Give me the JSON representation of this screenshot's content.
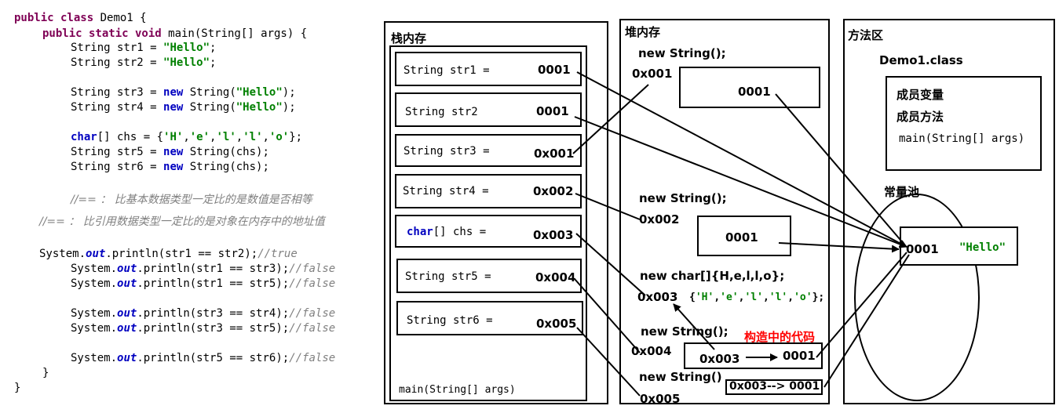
{
  "code": {
    "l1_kw": "public class",
    "l1_rest": " Demo1 {",
    "l2_kw": "public static void",
    "l2_rest": " main(String[] args) {",
    "l3_a": "String str1 = ",
    "l3_s": "\"Hello\"",
    "l3_b": ";",
    "l4_a": "String str2 = ",
    "l4_s": "\"Hello\"",
    "l4_b": ";",
    "l5_a": "String str3 = ",
    "l5_new": "new",
    "l5_b": " String(",
    "l5_s": "\"Hello\"",
    "l5_c": ");",
    "l6_a": "String str4 = ",
    "l6_new": "new",
    "l6_b": " String(",
    "l6_s": "\"Hello\"",
    "l6_c": ");",
    "l7_kw": "char",
    "l7_a": "[] chs = {",
    "l7_h": "'H'",
    "l7_e": "'e'",
    "l7_l1": "'l'",
    "l7_l2": "'l'",
    "l7_o": "'o'",
    "l7_end": "};",
    "comma": ",",
    "l8_a": "String str5 = ",
    "l8_new": "new",
    "l8_b": " String(chs);",
    "l9_a": "String str6 = ",
    "l9_new": "new",
    "l9_b": " String(chs);",
    "c1": "//== ： 比基本数据类型一定比的是数值是否相等",
    "c2": "//== ： 比引用数据类型一定比的是对象在内存中的地址值",
    "p1_a": "System.",
    "p1_out": "out",
    "p1_b": ".println(str1 == str2);",
    "p1_c": "//true",
    "p2_a": "System.",
    "p2_out": "out",
    "p2_b": ".println(str1 == str3);",
    "p2_c": "//false",
    "p3_a": "System.",
    "p3_out": "out",
    "p3_b": ".println(str1 == str5);",
    "p3_c": "//false",
    "p4_a": "System.",
    "p4_out": "out",
    "p4_b": ".println(str3 == str4);",
    "p4_c": "//false",
    "p5_a": "System.",
    "p5_out": "out",
    "p5_b": ".println(str3 == str5);",
    "p5_c": "//false",
    "p6_a": "System.",
    "p6_out": "out",
    "p6_b": ".println(str5 == str6);",
    "p6_c": "//false",
    "close1": "}",
    "close2": "}"
  },
  "stack": {
    "title": "栈内存",
    "cells": [
      {
        "label": "String str1 =",
        "value": "0001"
      },
      {
        "label": "String str2",
        "value": "0001"
      },
      {
        "label": "String str3 =",
        "value": "0x001"
      },
      {
        "label": "String str4 =",
        "value": "0x002"
      },
      {
        "label_kw": "char",
        "label": "[] chs =",
        "value": "0x003"
      },
      {
        "label": "String str5 =",
        "value": "0x004"
      },
      {
        "label": "String str6 =",
        "value": "0x005"
      }
    ],
    "footer": "main(String[] args)"
  },
  "heap": {
    "title": "堆内存",
    "obj1_label": "new String();",
    "obj1_addr": "0x001",
    "obj1_value": "0001",
    "obj2_label": "new String();",
    "obj2_addr": "0x002",
    "obj2_value": "0001",
    "arr_label": "new char[]{H,e,l,l,o};",
    "arr_addr": "0x003",
    "arr_values": {
      "open": "{",
      "h": "'H'",
      "e": "'e'",
      "l1": "'l'",
      "l2": "'l'",
      "o": "'o'",
      "close": "};"
    },
    "obj3_label": "new String();",
    "obj3_addr": "0x004",
    "ctor_note": "构造中的代码",
    "obj3_from": "0x003",
    "obj3_to": "0001",
    "obj4_label": "new String()",
    "obj4_addr": "0x005",
    "obj4_value": "0x003--> 0001"
  },
  "method_area": {
    "title": "方法区",
    "class_name": "Demo1.class",
    "member_vars": "成员变量",
    "member_methods": "成员方法",
    "main_sig": "main(String[] args)",
    "pool_title": "常量池",
    "pool_addr": "0001",
    "pool_value": "\"Hello\""
  },
  "colors": {
    "note_red": "#ff0000",
    "hello_green": "#008000"
  }
}
